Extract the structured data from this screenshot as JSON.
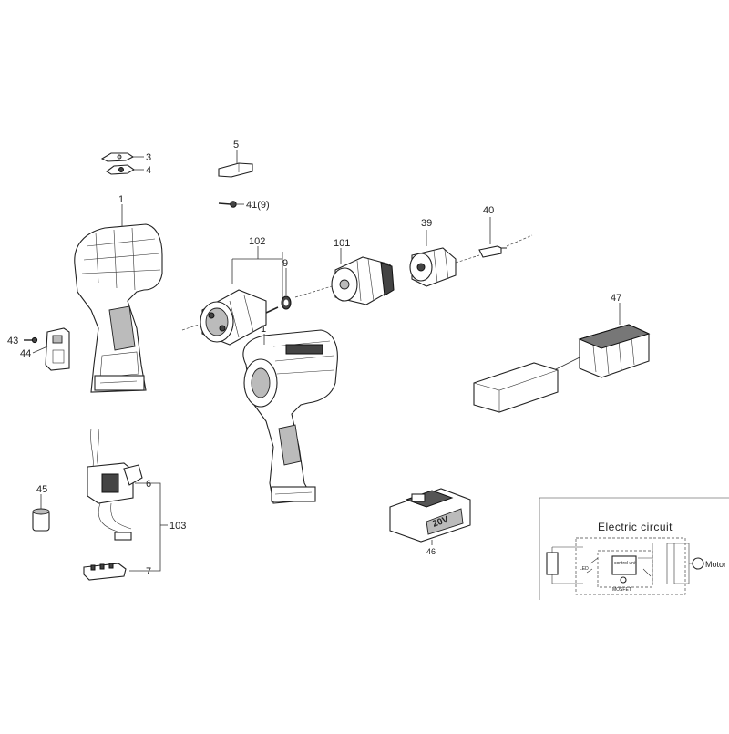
{
  "parts": [
    {
      "id": "p3",
      "label": "3"
    },
    {
      "id": "p4",
      "label": "4"
    },
    {
      "id": "p5",
      "label": "5"
    },
    {
      "id": "p41",
      "label": "41(9)"
    },
    {
      "id": "p1a",
      "label": "1"
    },
    {
      "id": "p1b",
      "label": "1"
    },
    {
      "id": "p102",
      "label": "102"
    },
    {
      "id": "p9",
      "label": "9"
    },
    {
      "id": "p101",
      "label": "101"
    },
    {
      "id": "p39",
      "label": "39"
    },
    {
      "id": "p40",
      "label": "40"
    },
    {
      "id": "p47",
      "label": "47"
    },
    {
      "id": "p43",
      "label": "43"
    },
    {
      "id": "p44",
      "label": "44"
    },
    {
      "id": "p45",
      "label": "45"
    },
    {
      "id": "p6",
      "label": "6"
    },
    {
      "id": "p103",
      "label": "103"
    },
    {
      "id": "p7",
      "label": "7"
    },
    {
      "id": "p46",
      "label": "46"
    }
  ],
  "battery_marking": "20V",
  "circuit": {
    "title": "Electric circuit",
    "motor_label": "Motor",
    "led_label": "LED",
    "control_label": "control unit",
    "mosfet_label": "MOSFET"
  }
}
